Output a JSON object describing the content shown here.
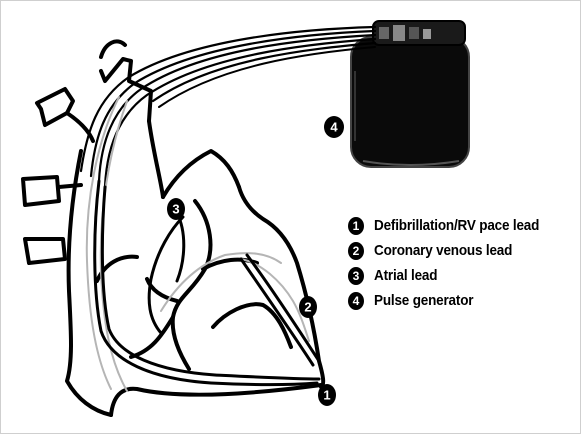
{
  "diagram": {
    "callouts": {
      "defib_lead": "1",
      "coronary_lead": "2",
      "atrial_lead": "3",
      "generator": "4"
    },
    "legend": [
      {
        "number": "1",
        "label": "Defibrillation/RV pace lead"
      },
      {
        "number": "2",
        "label": "Coronary venous lead"
      },
      {
        "number": "3",
        "label": "Atrial lead"
      },
      {
        "number": "4",
        "label": "Pulse generator"
      }
    ],
    "colors": {
      "outline": "#000000",
      "device_body": "#0a0a0a",
      "lead_grey": "#b5b5b5",
      "background": "#ffffff"
    }
  }
}
